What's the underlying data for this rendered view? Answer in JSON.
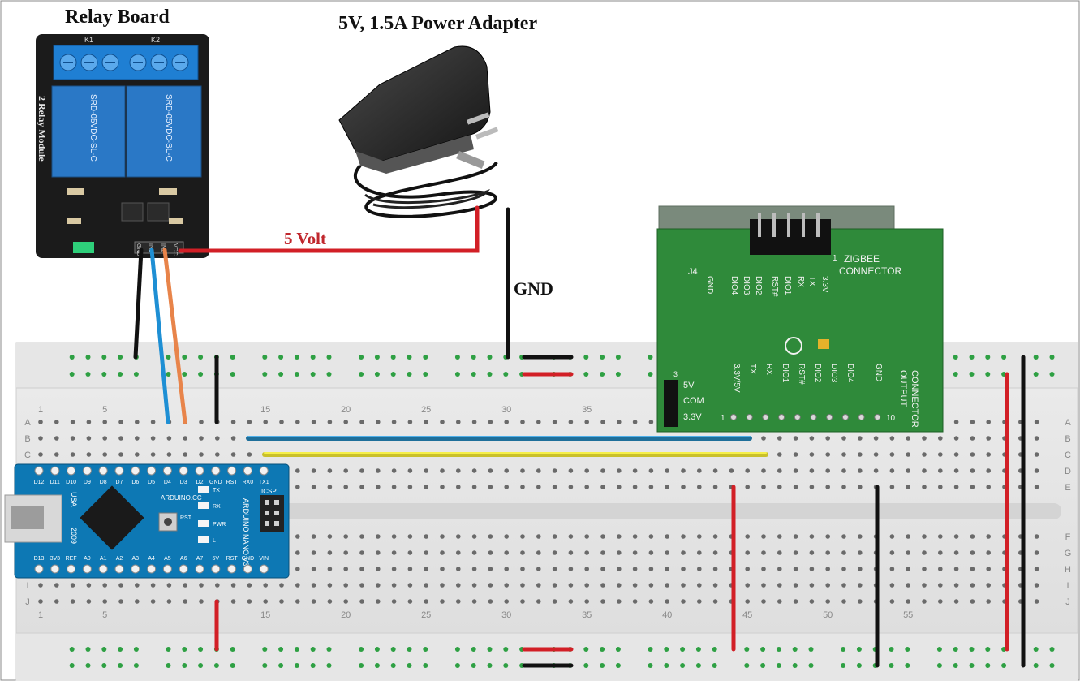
{
  "labels": {
    "relay_board": "Relay Board",
    "power_adapter": "5V, 1.5A Power Adapter",
    "wire_5v": "5 Volt",
    "wire_gnd": "GND"
  },
  "relay_module": {
    "silk": "2 Relay Module",
    "relay1": "SRD-05VDC-SL-C",
    "relay2": "SRD-05VDC-SL-C",
    "k1": "K1",
    "k2": "K2",
    "pins": [
      "GND",
      "IN1",
      "IN2",
      "VCC"
    ]
  },
  "breadboard": {
    "column_numbers": [
      "1",
      "5",
      "15",
      "20",
      "25",
      "30",
      "35",
      "40",
      "45",
      "50",
      "55"
    ],
    "row_letters_top": [
      "A",
      "B",
      "C",
      "D",
      "E"
    ],
    "row_letters_bottom": [
      "F",
      "G",
      "H",
      "I",
      "J"
    ]
  },
  "arduino": {
    "brand": "ARDUINO.CC",
    "model": "ARDUINO NANO V3.0",
    "year": "2009",
    "country": "USA",
    "top_pins": [
      "D12",
      "D11",
      "D10",
      "D9",
      "D8",
      "D7",
      "D6",
      "D5",
      "D4",
      "D3",
      "D2",
      "GND",
      "RST",
      "RX0",
      "TX1"
    ],
    "bottom_pins": [
      "D13",
      "3V3",
      "REF",
      "A0",
      "A1",
      "A2",
      "A3",
      "A4",
      "A5",
      "A6",
      "A7",
      "5V",
      "RST",
      "GND",
      "VIN"
    ],
    "leds": [
      "TX",
      "RX",
      "PWR",
      "L"
    ],
    "icsp": "ICSP",
    "rst": "RST"
  },
  "zigbee": {
    "title": "ZIGBEE CONNECTOR",
    "header": "J4",
    "top_pins": [
      "GND",
      "DIO4",
      "DIO3",
      "DIO2",
      "RST#",
      "DIO1",
      "RX",
      "TX",
      "3.3V"
    ],
    "output_title": "OUTPUT CONNECTOR",
    "output_pins": [
      "3.3V/5V",
      "TX",
      "RX",
      "DIO1",
      "RST#",
      "DIO2",
      "DIO3",
      "DIO4",
      "GND"
    ],
    "jumper": [
      "5V",
      "COM",
      "3.3V"
    ],
    "pin_first": "1",
    "pin_last": "10",
    "pin_three": "3",
    "pin_one": "1"
  },
  "colors": {
    "wire_red": "#d21f26",
    "wire_black": "#111111",
    "wire_blue": "#1e8fd4",
    "wire_orange": "#e8844a",
    "wire_yellow": "#f0e62a",
    "wire_teal": "#1f6f9a",
    "arduino_blue": "#0d78b4",
    "pcb_green": "#2f8a3a",
    "relay_blue": "#2a78c6",
    "hole_green": "#2ea043"
  }
}
